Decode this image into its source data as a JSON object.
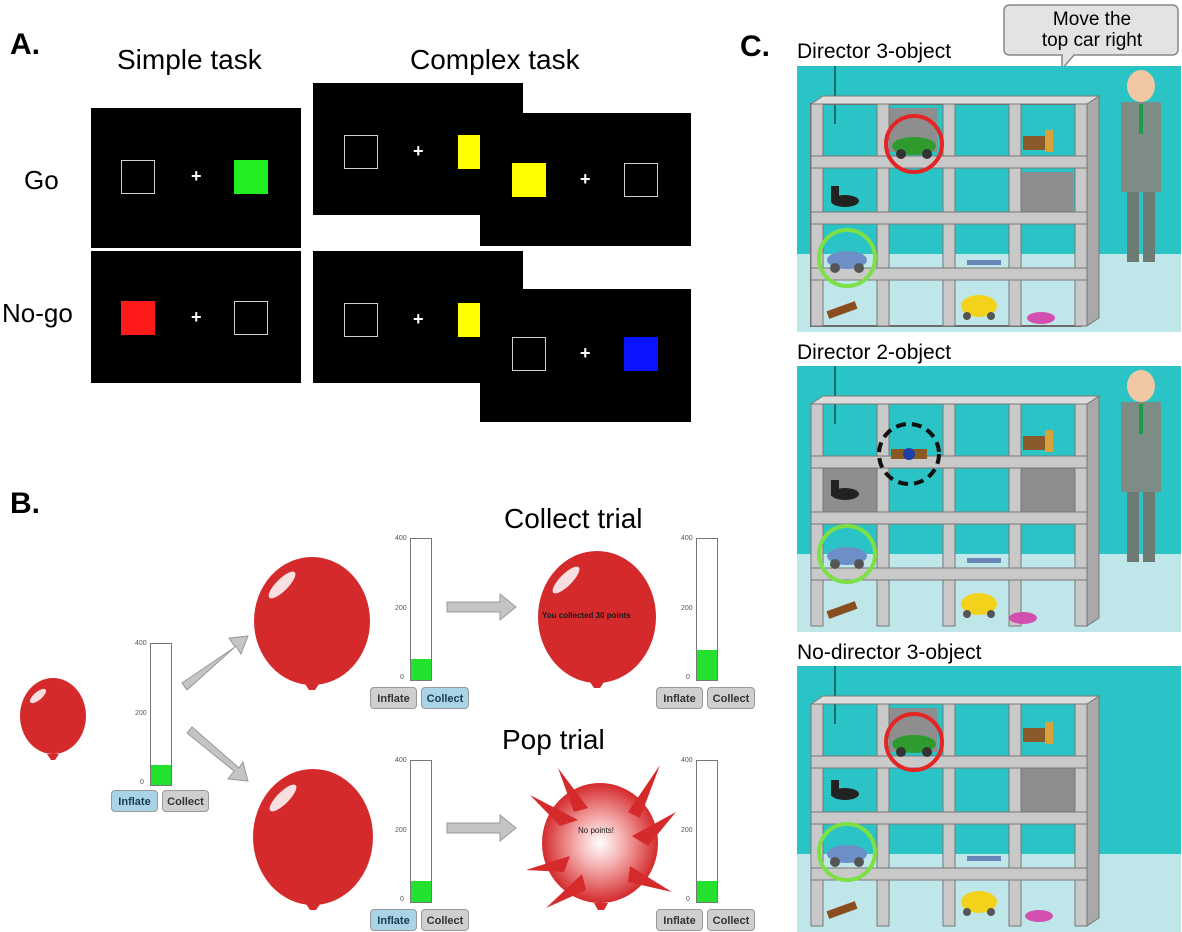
{
  "panel_a": {
    "label": "A.",
    "col_simple": "Simple task",
    "col_complex": "Complex task",
    "row_go": "Go",
    "row_nogo": "No-go",
    "fixation": "+",
    "colors": {
      "go_green": "#22ee22",
      "nogo_red": "#ff1a1a",
      "yellow": "#ffff00",
      "blue": "#0a14ff"
    }
  },
  "panel_b": {
    "label": "B.",
    "collect_trial": "Collect trial",
    "pop_trial": "Pop trial",
    "collected_msg": "You collected 30 points",
    "no_points_msg": "No points!",
    "inflate": "Inflate",
    "collect": "Collect",
    "gauge_ticks": {
      "top": "400",
      "mid": "200",
      "bottom": "0"
    },
    "gauge_levels": {
      "initial": 0.14,
      "inflated": 0.14,
      "collected": 0.2,
      "popped": 0.14
    },
    "balloon_color": "#d42a2c"
  },
  "panel_c": {
    "label": "C.",
    "speech": "Move the\ntop car right",
    "conditions": [
      "Director 3-object",
      "Director 2-object",
      "No-director 3-object"
    ]
  }
}
